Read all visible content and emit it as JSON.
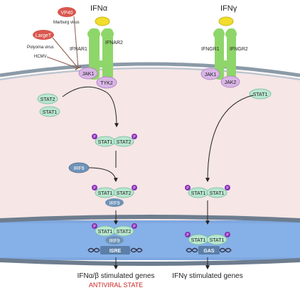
{
  "ligands": {
    "ifn_alpha": "IFNα",
    "ifn_gamma": "IFNγ"
  },
  "receptors": {
    "ifnar1": "IFNAR1",
    "ifnar2": "IFNAR2",
    "ifngr1": "IFNGR1",
    "ifngr2": "IFNGR2"
  },
  "kinases": {
    "jak1": "JAK1",
    "tyk2": "TYK2",
    "jak1_gamma": "JAK1",
    "jak2": "JAK2"
  },
  "viral_antagonists": {
    "vp40": "VP40",
    "marburg": "Marburg virus",
    "large_t": "LargeT",
    "polyoma": "Polyoma virus",
    "hcmv": "HCMV"
  },
  "proteins": {
    "stat1": "STAT1",
    "stat2": "STAT2",
    "irf9": "IRF9",
    "phospho": "P"
  },
  "dna": {
    "isre": "ISRE",
    "gas": "GAS"
  },
  "outputs": {
    "alpha_beta_genes": "IFNα/β stimulated genes",
    "gamma_genes": "IFNγ stimulated genes",
    "antiviral_state": "ANTIVIRAL STATE"
  },
  "colors": {
    "receptor": "#8ed66a",
    "ligand": "#f2dd2a",
    "jak": "#d9b5e6",
    "stat": "#b9e7d0",
    "irf9": "#6f93b7",
    "phospho": "#8a2fb8",
    "viral": "#d9574f",
    "cytoplasm": "#f6e6e6",
    "nucleus": "#7fa8e0",
    "antiviral_text": "#cc1f1f"
  }
}
